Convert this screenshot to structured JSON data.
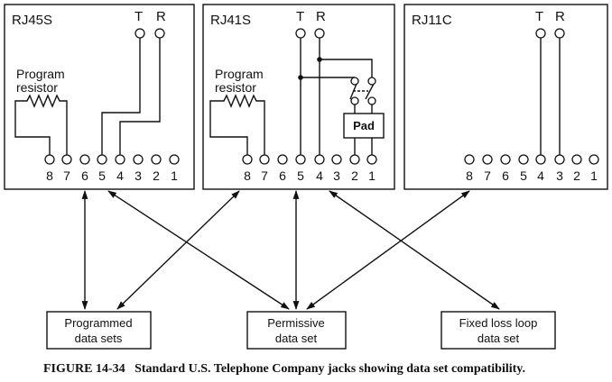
{
  "jacks": [
    {
      "title": "RJ45S",
      "tip": "T",
      "ring": "R",
      "program": [
        "Program",
        "resistor"
      ],
      "pins": [
        "8",
        "7",
        "6",
        "5",
        "4",
        "3",
        "2",
        "1"
      ]
    },
    {
      "title": "RJ41S",
      "tip": "T",
      "ring": "R",
      "program": [
        "Program",
        "resistor"
      ],
      "pad": "Pad",
      "pins": [
        "8",
        "7",
        "6",
        "5",
        "4",
        "3",
        "2",
        "1"
      ]
    },
    {
      "title": "RJ11C",
      "tip": "T",
      "ring": "R",
      "pins": [
        "8",
        "7",
        "6",
        "5",
        "4",
        "3",
        "2",
        "1"
      ]
    }
  ],
  "data_sets": [
    {
      "line1": "Programmed",
      "line2": "data sets"
    },
    {
      "line1": "Permissive",
      "line2": "data set"
    },
    {
      "line1": "Fixed loss loop",
      "line2": "data set"
    }
  ],
  "caption": "FIGURE 14-34   Standard U.S. Telephone Company jacks showing data set compatibility."
}
